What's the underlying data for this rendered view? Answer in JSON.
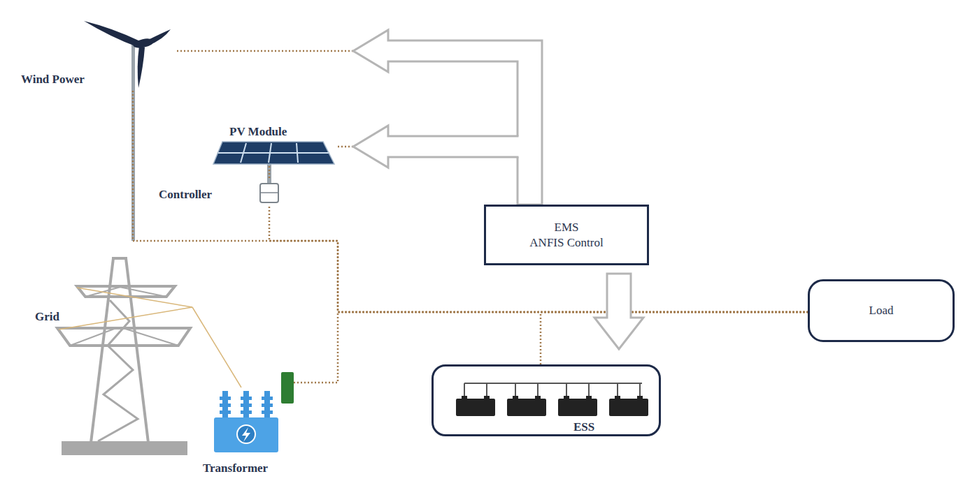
{
  "diagram": {
    "nodes": [
      {
        "text": [
          "Wind Power"
        ]
      },
      {
        "text": [
          "PV Module"
        ]
      },
      {
        "text": [
          "Controller"
        ]
      },
      {
        "text": [
          "Grid"
        ]
      },
      {
        "text": [
          "Transformer"
        ]
      },
      {
        "text": [
          "EMS ANFIS Control"
        ]
      },
      {
        "text": [
          "ESS"
        ]
      },
      {
        "text": [
          "Load"
        ]
      }
    ],
    "edges": [
      {
        "from": 5,
        "to": 0,
        "arrow": "to"
      },
      {
        "from": 5,
        "to": 1,
        "arrow": "to"
      },
      {
        "from": 5,
        "to": 6,
        "arrow": "to"
      },
      {
        "from": 1,
        "to": 2,
        "arrow": "none"
      },
      {
        "from": 0,
        "to": 7,
        "arrow": "none"
      },
      {
        "from": 2,
        "to": 7,
        "arrow": "none"
      },
      {
        "from": 3,
        "to": 4,
        "arrow": "none"
      },
      {
        "from": 4,
        "to": 7,
        "arrow": "none"
      },
      {
        "from": 6,
        "to": 7,
        "arrow": "none"
      }
    ]
  }
}
